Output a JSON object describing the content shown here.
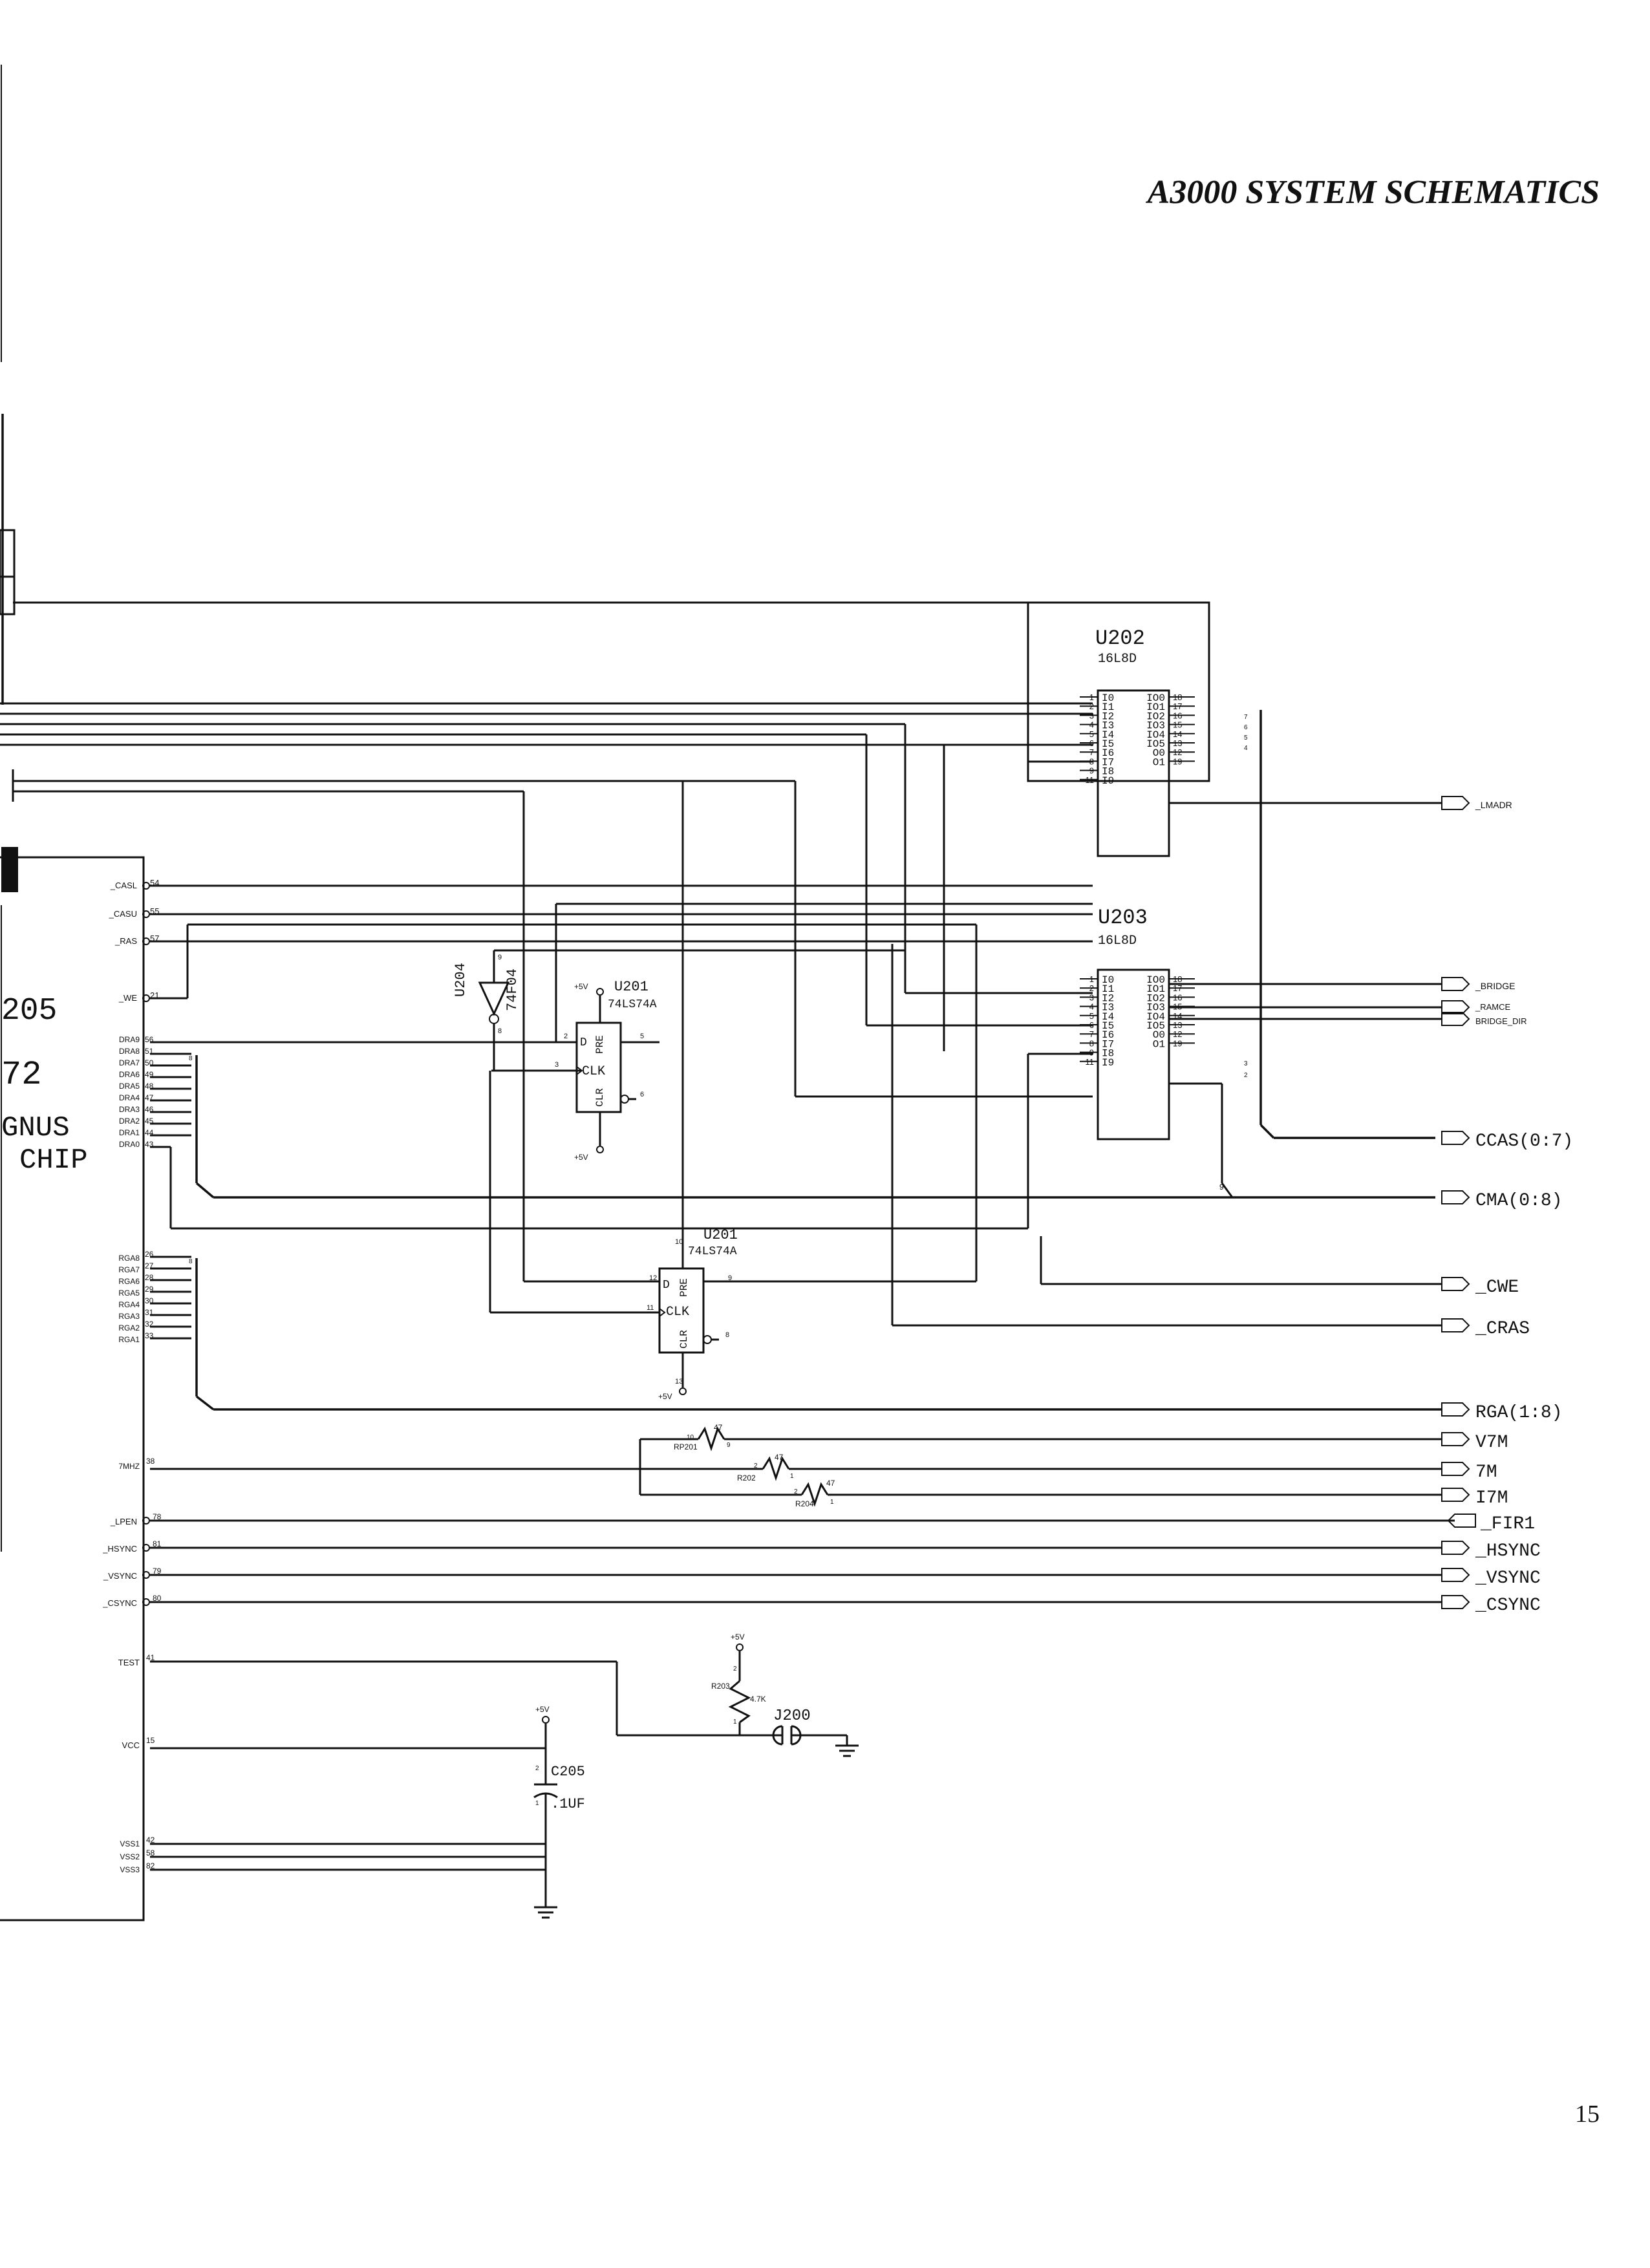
{
  "page": {
    "title": "A3000 SYSTEM SCHEMATICS",
    "page_number": "15"
  },
  "agnus": {
    "ref": "205",
    "part": "72",
    "name1": "GNUS",
    "name2": "CHIP",
    "pins": [
      {
        "label": "_CASL",
        "num": "54"
      },
      {
        "label": "_CASU",
        "num": "55"
      },
      {
        "label": "_RAS",
        "num": "57"
      },
      {
        "label": "_WE",
        "num": "21"
      },
      {
        "label": "DRA9",
        "num": "56"
      },
      {
        "label": "DRA8",
        "num": "51"
      },
      {
        "label": "DRA7",
        "num": "50"
      },
      {
        "label": "DRA6",
        "num": "49"
      },
      {
        "label": "DRA5",
        "num": "48"
      },
      {
        "label": "DRA4",
        "num": "47"
      },
      {
        "label": "DRA3",
        "num": "46"
      },
      {
        "label": "DRA2",
        "num": "45"
      },
      {
        "label": "DRA1",
        "num": "44"
      },
      {
        "label": "DRA0",
        "num": "43"
      },
      {
        "label": "RGA8",
        "num": "26"
      },
      {
        "label": "RGA7",
        "num": "27"
      },
      {
        "label": "RGA6",
        "num": "28"
      },
      {
        "label": "RGA5",
        "num": "29"
      },
      {
        "label": "RGA4",
        "num": "30"
      },
      {
        "label": "RGA3",
        "num": "31"
      },
      {
        "label": "RGA2",
        "num": "32"
      },
      {
        "label": "RGA1",
        "num": "33"
      },
      {
        "label": "7MHZ",
        "num": "38"
      },
      {
        "label": "_LPEN",
        "num": "78"
      },
      {
        "label": "_HSYNC",
        "num": "81"
      },
      {
        "label": "_VSYNC",
        "num": "79"
      },
      {
        "label": "_CSYNC",
        "num": "80"
      },
      {
        "label": "TEST",
        "num": "41"
      },
      {
        "label": "VCC",
        "num": "15"
      },
      {
        "label": "VSS1",
        "num": "42"
      },
      {
        "label": "VSS2",
        "num": "58"
      },
      {
        "label": "VSS3",
        "num": "82"
      }
    ]
  },
  "u202": {
    "ref": "U202",
    "type": "16L8D",
    "in_pins": [
      {
        "name": "I0",
        "num": "1"
      },
      {
        "name": "I1",
        "num": "2"
      },
      {
        "name": "I2",
        "num": "3"
      },
      {
        "name": "I3",
        "num": "4"
      },
      {
        "name": "I4",
        "num": "5"
      },
      {
        "name": "I5",
        "num": "6"
      },
      {
        "name": "I6",
        "num": "7"
      },
      {
        "name": "I7",
        "num": "8"
      },
      {
        "name": "I8",
        "num": "9"
      },
      {
        "name": "I9",
        "num": "11"
      }
    ],
    "out_pins": [
      {
        "name": "IO0",
        "num": "18"
      },
      {
        "name": "IO1",
        "num": "17"
      },
      {
        "name": "IO2",
        "num": "16"
      },
      {
        "name": "IO3",
        "num": "15"
      },
      {
        "name": "IO4",
        "num": "14"
      },
      {
        "name": "IO5",
        "num": "13"
      },
      {
        "name": "O0",
        "num": "12"
      },
      {
        "name": "O1",
        "num": "19"
      }
    ]
  },
  "u203": {
    "ref": "U203",
    "type": "16L8D",
    "in_pins": [
      {
        "name": "I0",
        "num": "1"
      },
      {
        "name": "I1",
        "num": "2"
      },
      {
        "name": "I2",
        "num": "3"
      },
      {
        "name": "I3",
        "num": "4"
      },
      {
        "name": "I4",
        "num": "5"
      },
      {
        "name": "I5",
        "num": "6"
      },
      {
        "name": "I6",
        "num": "7"
      },
      {
        "name": "I7",
        "num": "8"
      },
      {
        "name": "I8",
        "num": "9"
      },
      {
        "name": "I9",
        "num": "11"
      }
    ],
    "out_pins": [
      {
        "name": "IO0",
        "num": "18"
      },
      {
        "name": "IO1",
        "num": "17"
      },
      {
        "name": "IO2",
        "num": "16"
      },
      {
        "name": "IO3",
        "num": "15"
      },
      {
        "name": "IO4",
        "num": "14"
      },
      {
        "name": "IO5",
        "num": "13"
      },
      {
        "name": "O0",
        "num": "12"
      },
      {
        "name": "O1",
        "num": "19"
      }
    ]
  },
  "u204": {
    "ref": "U204",
    "type": "74F04",
    "pin_in": "9",
    "pin_out": "8"
  },
  "u201a": {
    "ref": "U201",
    "type": "74LS74A",
    "supply": "+5V",
    "pre": "PRE",
    "clk": "CLK",
    "clr": "CLR",
    "d": "D",
    "pins": [
      "2",
      "3",
      "5",
      "6"
    ]
  },
  "u201b": {
    "ref": "U201",
    "type": "74LS74A",
    "supply": "+5V",
    "pre": "PRE",
    "clk": "CLK",
    "clr": "CLR",
    "d": "D",
    "pins": [
      "10",
      "12",
      "11",
      "9",
      "8",
      "13"
    ]
  },
  "resistors": {
    "rp201": {
      "ref": "RP201",
      "value": "47",
      "pin_a": "10",
      "pin_b": "9"
    },
    "r202": {
      "ref": "R202",
      "value": "47",
      "pin_a": "2",
      "pin_b": "1"
    },
    "r204": {
      "ref": "R204",
      "value": "47",
      "pin_a": "2",
      "pin_b": "1"
    },
    "r203": {
      "ref": "R203",
      "value": "4.7K",
      "supply": "+5V",
      "pin_a": "2",
      "pin_b": "1"
    }
  },
  "jumper": {
    "ref": "J200"
  },
  "capacitor": {
    "ref": "C205",
    "value": ".1UF",
    "supply": "+5V",
    "pin_a": "2",
    "pin_b": "1"
  },
  "bus_widths": {
    "w9": "9",
    "w8": "8",
    "w7": "7",
    "w6": "6",
    "w5": "5",
    "w4": "4",
    "w3": "3",
    "w2": "2"
  },
  "off_sheet": [
    {
      "label": "_LMADR"
    },
    {
      "label": "_BRIDGE"
    },
    {
      "label": "_RAMCE"
    },
    {
      "label": "BRIDGE_DIR"
    },
    {
      "label": "CCAS(0:7)"
    },
    {
      "label": "CMA(0:8)"
    },
    {
      "label": "_CWE"
    },
    {
      "label": "_CRAS"
    },
    {
      "label": "RGA(1:8)"
    },
    {
      "label": "V7M"
    },
    {
      "label": "7M"
    },
    {
      "label": "I7M"
    },
    {
      "label": "_FIR1"
    },
    {
      "label": "_HSYNC"
    },
    {
      "label": "_VSYNC"
    },
    {
      "label": "_CSYNC"
    }
  ]
}
